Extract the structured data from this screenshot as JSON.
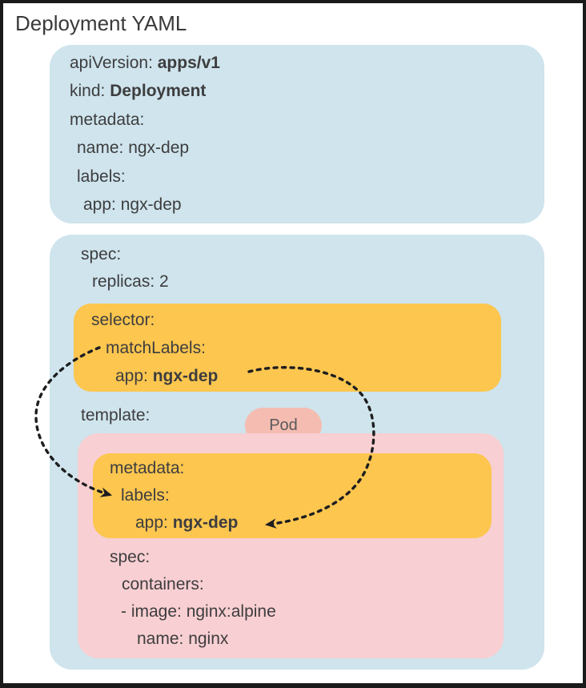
{
  "title": "Deployment YAML",
  "colors": {
    "box_blue": "#cfe4ec",
    "box_orange": "#fcc64f",
    "box_pink": "#f8cfd2",
    "pod_badge": "#f5bdb1",
    "text": "#3d3d3f",
    "frame_border": "#1a1a1a",
    "arrow_dash": "#1d1d1f"
  },
  "metadata_box": {
    "lines": [
      {
        "key": "apiVersion: ",
        "value": "apps/v1"
      },
      {
        "key": "kind: ",
        "value": "Deployment"
      },
      {
        "key": "metadata:",
        "value": ""
      },
      {
        "key": "name: ngx-dep",
        "value": ""
      },
      {
        "key": "labels:",
        "value": ""
      },
      {
        "key": "app: ngx-dep",
        "value": ""
      }
    ]
  },
  "spec_box": {
    "spec_label": "spec:",
    "replicas_label": "replicas: 2",
    "selector_box": {
      "lines": [
        {
          "key": "selector:",
          "value": ""
        },
        {
          "key": "matchLabels:",
          "value": ""
        },
        {
          "key": "app: ",
          "value": "ngx-dep"
        }
      ]
    },
    "template_label": "template:",
    "pod_badge_label": "Pod",
    "pod_box": {
      "metadata_box": {
        "lines": [
          {
            "key": "metadata:",
            "value": ""
          },
          {
            "key": "labels:",
            "value": ""
          },
          {
            "key": "app: ",
            "value": "ngx-dep"
          }
        ]
      },
      "spec_lines": [
        {
          "text": "spec:"
        },
        {
          "text": "containers:"
        },
        {
          "text": "- image: nginx:alpine"
        },
        {
          "text": "name: nginx"
        }
      ]
    }
  },
  "annotations": {
    "selector_to_labels_arrow": "dashed-arrow",
    "selector_to_app_arrow": "dashed-arrow"
  }
}
